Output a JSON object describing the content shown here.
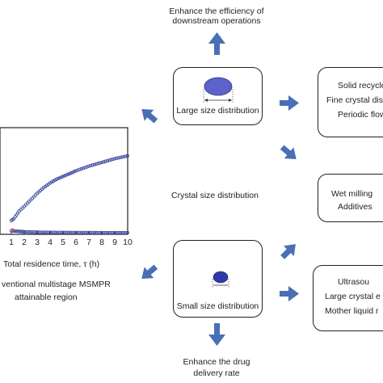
{
  "top_outcome": [
    "Enhance the efficiency of",
    "downstream operations"
  ],
  "bottom_outcome": [
    "Enhance the drug",
    "delivery rate"
  ],
  "center_label": "Crystal size distribution",
  "large_box": {
    "label": "Large size distribution"
  },
  "small_box": {
    "label": "Small size distribution"
  },
  "right_box_1": [
    "Solid recycle",
    "Fine crystal diss",
    "Periodic flow"
  ],
  "right_box_2": [
    "Wet milling",
    "Additives"
  ],
  "right_box_3": [
    "Ultrasou",
    "Large crystal e",
    "Mother liquid r"
  ],
  "chart_caption": [
    "ventional multistage MSMPR",
    "attainable region"
  ],
  "chart_data": {
    "type": "scatter",
    "xlabel": "Total residence time, τ (h)",
    "xlim": [
      0,
      10
    ],
    "ylim": [
      0,
      1
    ],
    "x_ticks": [
      "1",
      "2",
      "3",
      "4",
      "5",
      "6",
      "7",
      "8",
      "9",
      "10"
    ],
    "series": [
      {
        "values": [
          [
            1.0,
            0.13
          ],
          [
            1.2,
            0.15
          ],
          [
            1.4,
            0.19
          ],
          [
            1.6,
            0.23
          ],
          [
            2.0,
            0.28
          ],
          [
            2.5,
            0.35
          ],
          [
            3.0,
            0.42
          ],
          [
            3.5,
            0.48
          ],
          [
            4.0,
            0.53
          ],
          [
            4.5,
            0.57
          ],
          [
            5.0,
            0.6
          ],
          [
            5.5,
            0.63
          ],
          [
            6.0,
            0.66
          ],
          [
            7.0,
            0.71
          ],
          [
            8.0,
            0.75
          ],
          [
            9.0,
            0.79
          ],
          [
            10.0,
            0.82
          ]
        ]
      },
      {
        "values": [
          [
            1.0,
            0.02
          ],
          [
            1.5,
            0.015
          ],
          [
            2.0,
            0.01
          ],
          [
            3.0,
            0.005
          ],
          [
            4.0,
            0.003
          ],
          [
            5.0,
            0.002
          ],
          [
            6.0,
            0.001
          ],
          [
            7.0,
            0.001
          ],
          [
            8.0,
            0.0
          ],
          [
            9.0,
            0.0
          ],
          [
            10.0,
            0.0
          ]
        ]
      }
    ],
    "marker_color": "#3b4aa0",
    "accent_color": "#d9534f"
  },
  "colors": {
    "arrow": "#4a6fb5",
    "ellipse_large": "#5c63c9",
    "ellipse_small": "#2e3aa8"
  }
}
